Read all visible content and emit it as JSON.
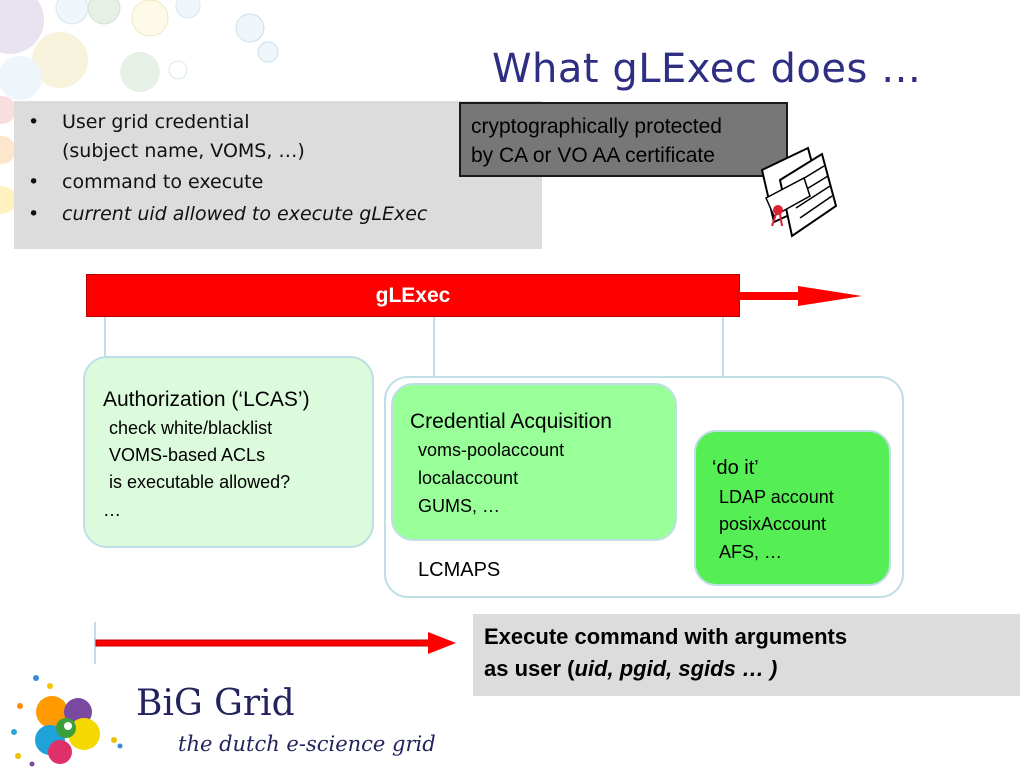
{
  "title": "What gLExec does …",
  "credentials": {
    "bullet": "•",
    "items": [
      {
        "line1": "User grid credential",
        "line2": "(subject name, VOMS, …)"
      },
      {
        "line1": "command to execute"
      },
      {
        "line1": "current uid allowed to execute gLExec"
      }
    ]
  },
  "crypto": {
    "line1": "cryptographically protected",
    "line2": "by CA or VO AA certificate"
  },
  "glexec": {
    "label": "gLExec"
  },
  "lcas": {
    "title": "Authorization (‘LCAS’)",
    "items": [
      "check white/blacklist",
      "VOMS-based ACLs",
      "is executable allowed?",
      "…"
    ]
  },
  "acquisition": {
    "title": "Credential Acquisition",
    "items": [
      "voms-poolaccount",
      "localaccount",
      "GUMS, …"
    ]
  },
  "doit": {
    "title": "‘do it’",
    "items": [
      "LDAP account",
      "posixAccount",
      "AFS, …"
    ]
  },
  "lcmaps": {
    "label": "LCMAPS"
  },
  "execute": {
    "line1": "Execute command with arguments",
    "line2_prefix": "as user (",
    "line2_italic": "uid, pgid, sgids … )"
  },
  "logo": {
    "name": "BiG Grid",
    "tagline": "the dutch e-science grid"
  },
  "colors": {
    "title": "#2e2e82",
    "arrow_red": "#ff0000",
    "lcas_fill": "#dcfbdc",
    "acquisition_fill": "#99ff99",
    "doit_fill": "#55ee55",
    "connector": "#bfdfe6",
    "panel_gray": "#dcdcdc",
    "crypto_fill": "#777777"
  }
}
